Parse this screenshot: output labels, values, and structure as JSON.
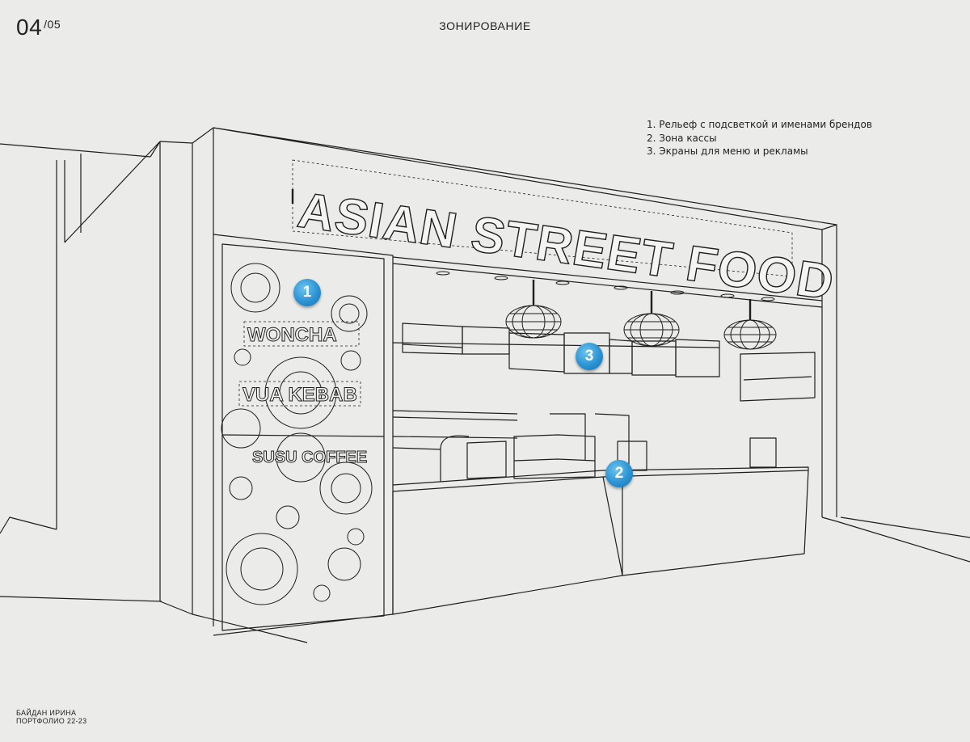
{
  "header": {
    "page_current": "04",
    "page_total": "05",
    "title": "ЗОНИРОВАНИЕ"
  },
  "legend": [
    "1. Рельеф с подсветкой и именами брендов",
    "2. Зона кассы",
    "3. Экраны для меню и рекламы"
  ],
  "signage": {
    "main": "ASIAN STREET FOOD",
    "brand_1": "WONCHA",
    "brand_2": "VUA KEBAB",
    "brand_3": "SUSU COFFEE"
  },
  "markers": [
    "1",
    "2",
    "3"
  ],
  "footer": {
    "author": "БАЙДАН ИРИНА",
    "portfolio": "ПОРТФОЛИО 22-23"
  },
  "colors": {
    "background": "#ebebe9",
    "line": "#1e1e1e",
    "marker": "#2a93d4"
  }
}
